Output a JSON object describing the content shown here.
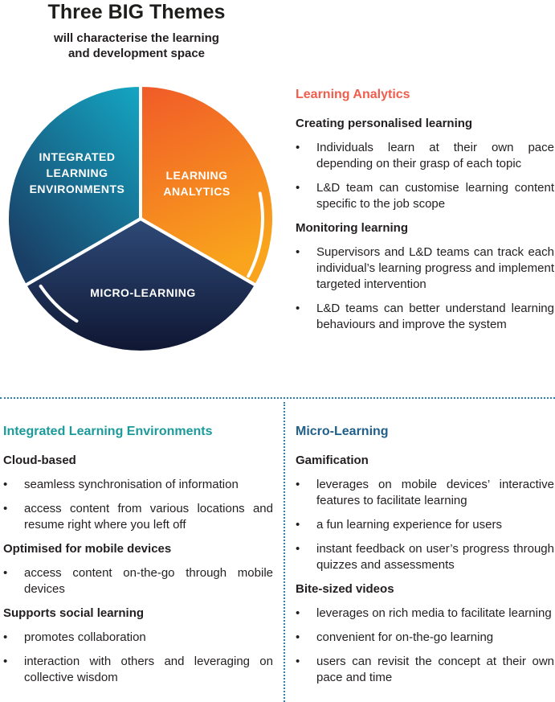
{
  "header": {
    "title": "Three BIG Themes",
    "subtitle_line1": "will characterise the learning",
    "subtitle_line2": "and development space"
  },
  "diagram": {
    "segments": [
      {
        "label_lines": [
          "LEARNING",
          "ANALYTICS"
        ],
        "colors": [
          "#f05a28",
          "#f9a41c"
        ]
      },
      {
        "label_lines": [
          "MICRO-LEARNING"
        ],
        "colors": [
          "#2e4a78",
          "#0f1632"
        ]
      },
      {
        "label_lines": [
          "INTEGRATED",
          "LEARNING",
          "ENVIRONMENTS"
        ],
        "colors": [
          "#14a7c4",
          "#1a3f66"
        ]
      }
    ]
  },
  "learning_analytics": {
    "title": "Learning Analytics",
    "title_color": "#ef5e4d",
    "groups": [
      {
        "heading": "Creating personalised learning",
        "items": [
          "Individuals learn at their own pace depending on their grasp of each topic",
          "L&D team can customise learning content specific to the job scope"
        ]
      },
      {
        "heading": "Monitoring learning",
        "items": [
          "Supervisors and L&D teams can track each individual’s learning progress and implement targeted intervention",
          "L&D teams can better understand learning behaviours and improve the system"
        ]
      }
    ]
  },
  "integrated_learning": {
    "title": "Integrated Learning Environments",
    "title_color": "#1b9a9b",
    "groups": [
      {
        "heading": "Cloud-based",
        "items": [
          "seamless synchronisation of information",
          "access content from various locations and resume right where you left off"
        ]
      },
      {
        "heading": "Optimised for mobile devices",
        "items": [
          "access content on-the-go through mobile devices"
        ]
      },
      {
        "heading": "Supports social learning",
        "items": [
          "promotes collaboration",
          "interaction with others and leveraging on collective wisdom"
        ]
      }
    ]
  },
  "micro_learning": {
    "title": "Micro-Learning",
    "title_color": "#1f5f8a",
    "groups": [
      {
        "heading": "Gamification",
        "items": [
          "leverages on mobile devices’ interactive features to facilitate learning",
          "a fun learning experience for users",
          "instant feedback on user’s progress through quizzes and assessments"
        ]
      },
      {
        "heading": "Bite-sized videos",
        "items": [
          "leverages on rich media to facilitate learning",
          "convenient for on-the-go learning",
          "users can revisit the concept at their own pace and time"
        ]
      }
    ]
  }
}
